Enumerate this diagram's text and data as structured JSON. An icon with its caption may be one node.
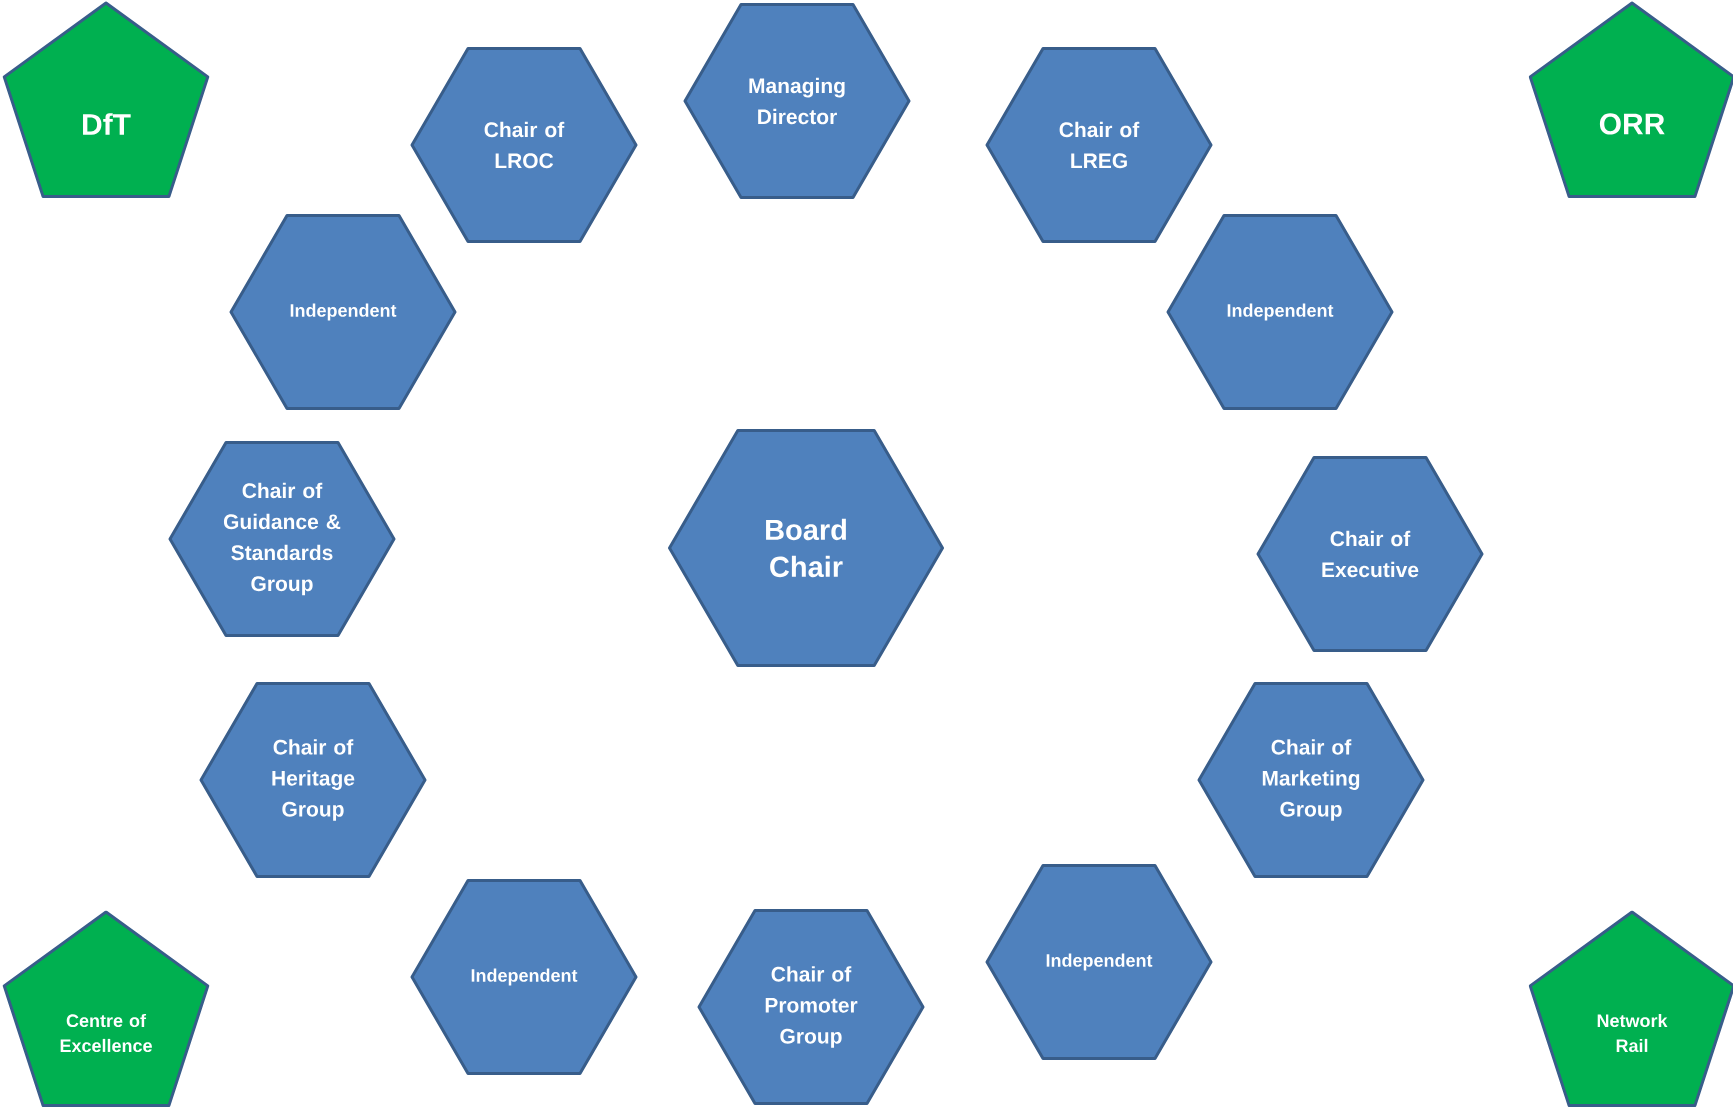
{
  "diagram": {
    "nodes": [
      {
        "text": [
          "DfT"
        ]
      },
      {
        "text": [
          "Managing Director"
        ]
      },
      {
        "text": [
          "ORR"
        ]
      },
      {
        "text": [
          "Chair of LROC"
        ]
      },
      {
        "text": [
          "Chair of LREG"
        ]
      },
      {
        "text": [
          "Independent"
        ]
      },
      {
        "text": [
          "Independent"
        ]
      },
      {
        "text": [
          "Chair of Guidance & Standards Group"
        ]
      },
      {
        "text": [
          "Board Chair"
        ]
      },
      {
        "text": [
          "Chair of Executive"
        ]
      },
      {
        "text": [
          "Chair of Heritage Group"
        ]
      },
      {
        "text": [
          "Chair of Marketing Group"
        ]
      },
      {
        "text": [
          "Independent"
        ]
      },
      {
        "text": [
          "Independent"
        ]
      },
      {
        "text": [
          "Chair of Promoter Group"
        ]
      },
      {
        "text": [
          "Centre of Excellence"
        ]
      },
      {
        "text": [
          "Network Rail"
        ]
      }
    ]
  }
}
